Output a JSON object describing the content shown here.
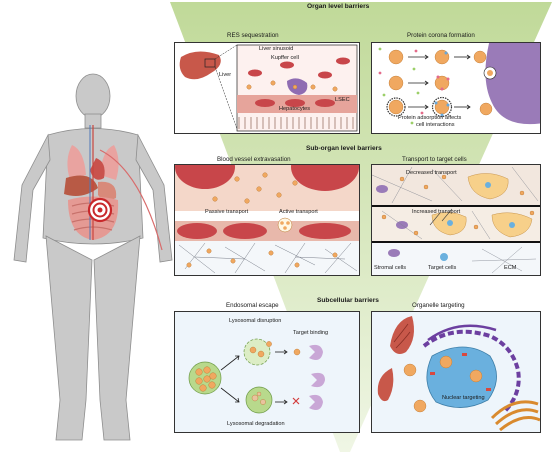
{
  "sections": {
    "organ": "Organ level barriers",
    "suborgan": "Sub-organ level barriers",
    "subcellular": "Subcellular barriers"
  },
  "panels": {
    "res": {
      "title": "RES sequestration",
      "liver": "Liver",
      "liver_sinusoid": "Liver sinusoid",
      "kupffer": "Kupffer cell",
      "lsec": "LSEC",
      "hepatocytes": "Hepatocytes"
    },
    "corona": {
      "title": "Protein corona formation",
      "caption_line1": "Protein adsorption affects",
      "caption_line2": "cell interactions"
    },
    "vessel": {
      "title": "Blood vessel extravasation",
      "passive": "Passive transport",
      "active": "Active transport"
    },
    "transport": {
      "title": "Transport to target cells",
      "decreased": "Decreased transport",
      "increased": "Increased transport",
      "stromal": "Stromal cells",
      "target": "Target cells",
      "ecm": "ECM"
    },
    "endosomal": {
      "title": "Endosomal escape",
      "disruption": "Lysosomal disruption",
      "binding": "Target binding",
      "degradation": "Lysosomal degradation"
    },
    "organelle": {
      "title": "Organelle targeting",
      "nuclear": "Nuclear targeting"
    }
  },
  "colors": {
    "funnel": "#c8dda0",
    "liver": "#c8584a",
    "nanoparticle": "#f0a860",
    "blood_cell": "#d9534f",
    "nucleus": "#6ab0de",
    "endosome": "#b8d98c"
  }
}
